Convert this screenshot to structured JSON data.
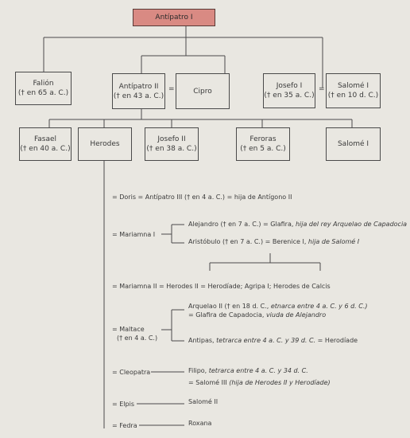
{
  "root": "Antípatro I",
  "eq_sign": "=",
  "gen1": {
    "falion": {
      "name": "Falión",
      "death": "(† en 65 a. C.)"
    },
    "antipatro2": {
      "name": "Antípatro II",
      "death": "(† en 43 a. C.)"
    },
    "cipro": {
      "name": "Cipro"
    },
    "josefo1": {
      "name": "Josefo I",
      "death": "(† en 35 a. C.)"
    },
    "salome1": {
      "name": "Salomé I",
      "death": "(† en 10 d. C.)"
    }
  },
  "gen2": {
    "fasael": {
      "name": "Fasael",
      "death": "(† en 40 a. C.)"
    },
    "herodes": {
      "name": "Herodes"
    },
    "josefo2": {
      "name": "Josefo II",
      "death": "(† en 38 a. C.)"
    },
    "feroras": {
      "name": "Feroras",
      "death": "(† en 5 a. C.)"
    },
    "salome1b": {
      "name": "Salomé I"
    }
  },
  "marriages": {
    "doris": "= Doris = Antípatro III († en 4 a. C.) = hija de Antígono II",
    "mariamna1": "= Mariamna I",
    "alejandro_a": "Alejandro († en 7 a. C.) = Glafira, ",
    "alejandro_b": "hija del rey Arquelao de Capadocia",
    "aristobulo_a": "Aristóbulo († en 7 a. C.) = Berenice I, ",
    "aristobulo_b": "hija de Salomé I",
    "mariamna2": "= Mariamna II = Herodes II = Herodíade; Agripa I; Herodes de Calcis",
    "arquelao_a": "Arquelao II († en 18 d. C., ",
    "arquelao_b": "etnarca entre 4 a. C. y 6 d. C.)",
    "glafira_a": "= Glafira de Capadocia, ",
    "glafira_b": "viuda de Alejandro",
    "maltace1": "= Maltace",
    "maltace2": "(† en 4 a. C.)",
    "antipas_a": "Antipas, ",
    "antipas_b": "tetrarca entre 4 a. C. y 39 d. C.",
    "antipas_c": " = Herodíade",
    "cleopatra": "= Cleopatra",
    "filipo_a": "Filipo, ",
    "filipo_b": "tetrarca entre 4 a. C. y 34 d. C.",
    "salome3_a": "= Salomé III ",
    "salome3_b": "(hija de Herodes II y Herodíade)",
    "elpis": "= Elpis",
    "salome2": "Salomé II",
    "fedra": "= Fedra",
    "roxana": "Roxana"
  }
}
